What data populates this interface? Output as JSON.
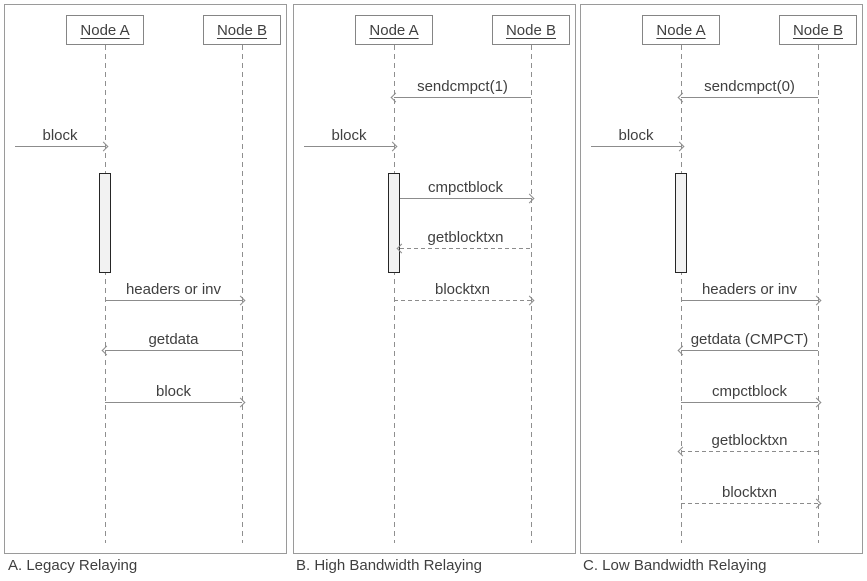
{
  "colors": {
    "line": "#8c8c8c",
    "text": "#404040",
    "panel_border": "#9a9a9a",
    "activation_fill": "#f2f2f2",
    "activation_border": "#262626",
    "background": "#ffffff"
  },
  "panels": [
    {
      "caption": "A. Legacy Relaying",
      "nodes": [
        {
          "label": "Node A"
        },
        {
          "label": "Node B"
        }
      ],
      "messages": [
        {
          "label": "block",
          "from": "external",
          "to": "Node A",
          "line_style": "solid",
          "direction": "right"
        },
        {
          "label": "headers or inv",
          "from": "Node A",
          "to": "Node B",
          "line_style": "solid",
          "direction": "right"
        },
        {
          "label": "getdata",
          "from": "Node B",
          "to": "Node A",
          "line_style": "solid",
          "direction": "left"
        },
        {
          "label": "block",
          "from": "Node A",
          "to": "Node B",
          "line_style": "solid",
          "direction": "right"
        }
      ]
    },
    {
      "caption": "B. High Bandwidth Relaying",
      "nodes": [
        {
          "label": "Node A"
        },
        {
          "label": "Node B"
        }
      ],
      "messages": [
        {
          "label": "sendcmpct(1)",
          "from": "Node B",
          "to": "Node A",
          "line_style": "solid",
          "direction": "left"
        },
        {
          "label": "block",
          "from": "external",
          "to": "Node A",
          "line_style": "solid",
          "direction": "right"
        },
        {
          "label": "cmpctblock",
          "from": "Node A",
          "to": "Node B",
          "line_style": "solid",
          "direction": "right"
        },
        {
          "label": "getblocktxn",
          "from": "Node B",
          "to": "Node A",
          "line_style": "dashed",
          "direction": "left"
        },
        {
          "label": "blocktxn",
          "from": "Node A",
          "to": "Node B",
          "line_style": "dashed",
          "direction": "right"
        }
      ]
    },
    {
      "caption": "C. Low Bandwidth Relaying",
      "nodes": [
        {
          "label": "Node A"
        },
        {
          "label": "Node B"
        }
      ],
      "messages": [
        {
          "label": "sendcmpct(0)",
          "from": "Node B",
          "to": "Node A",
          "line_style": "solid",
          "direction": "left"
        },
        {
          "label": "block",
          "from": "external",
          "to": "Node A",
          "line_style": "solid",
          "direction": "right"
        },
        {
          "label": "headers or inv",
          "from": "Node A",
          "to": "Node B",
          "line_style": "solid",
          "direction": "right"
        },
        {
          "label": "getdata (CMPCT)",
          "from": "Node B",
          "to": "Node A",
          "line_style": "solid",
          "direction": "left"
        },
        {
          "label": "cmpctblock",
          "from": "Node A",
          "to": "Node B",
          "line_style": "solid",
          "direction": "right"
        },
        {
          "label": "getblocktxn",
          "from": "Node B",
          "to": "Node A",
          "line_style": "dashed",
          "direction": "left"
        },
        {
          "label": "blocktxn",
          "from": "Node A",
          "to": "Node B",
          "line_style": "dashed",
          "direction": "right"
        }
      ]
    }
  ]
}
